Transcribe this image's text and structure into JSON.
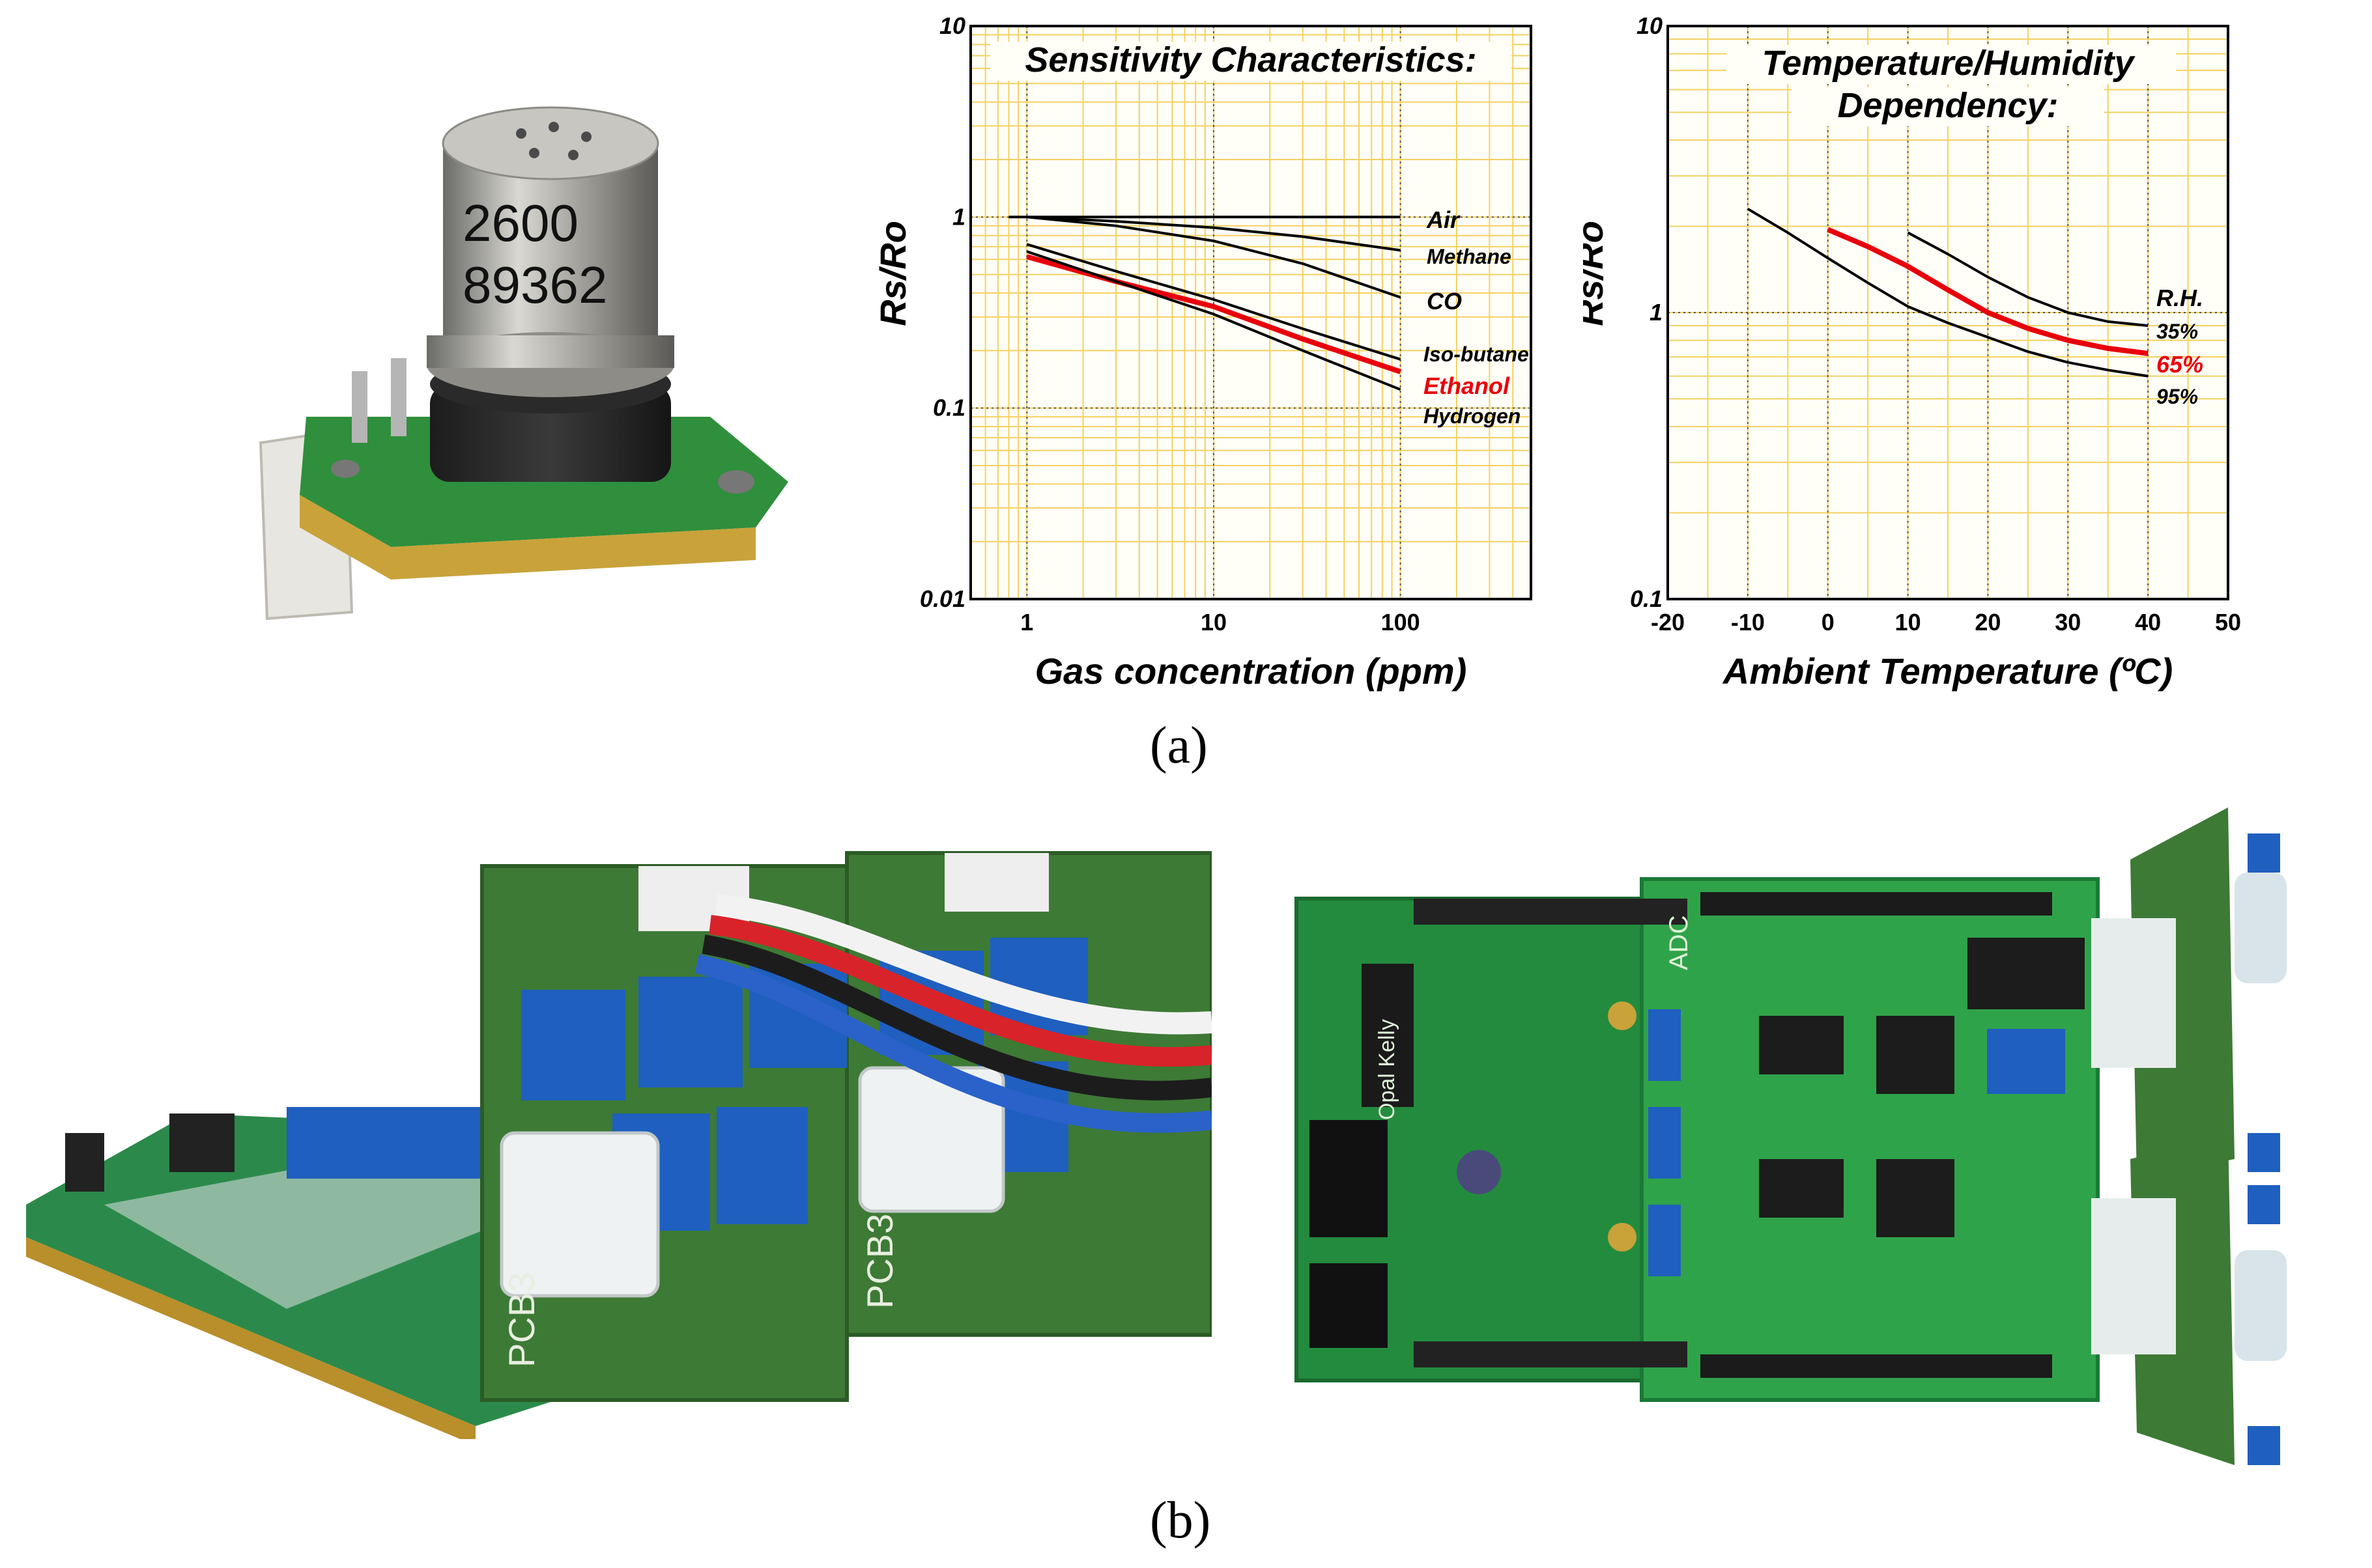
{
  "panel_labels": {
    "a": "(a)",
    "b": "(b)"
  },
  "sensor": {
    "cap_line1": "2600",
    "cap_line2": "89362"
  },
  "pcb": {
    "label_left_1": "PCB3",
    "label_left_2": "PCB3",
    "adc_label": "ADC",
    "brand": "Opal Kelly"
  },
  "chart_data": [
    {
      "type": "line",
      "title": "Sensitivity Characteristics:",
      "xlabel": "Gas concentration (ppm)",
      "ylabel": "Rs/Ro",
      "x_scale": "log",
      "y_scale": "log",
      "xlim": [
        0.5,
        500
      ],
      "ylim": [
        0.01,
        10
      ],
      "x_ticks": [
        "1",
        "10",
        "100"
      ],
      "y_ticks": [
        "0.01",
        "0.1",
        "1",
        "10"
      ],
      "grid": true,
      "series": [
        {
          "name": "Air",
          "color": "#000000",
          "x": [
            0.8,
            1,
            10,
            100
          ],
          "y": [
            1.0,
            1.0,
            1.0,
            1.0
          ]
        },
        {
          "name": "Methane",
          "color": "#000000",
          "x": [
            1,
            3,
            10,
            30,
            100
          ],
          "y": [
            1.0,
            0.95,
            0.88,
            0.79,
            0.67
          ]
        },
        {
          "name": "CO",
          "color": "#000000",
          "x": [
            1,
            3,
            10,
            30,
            100
          ],
          "y": [
            1.0,
            0.9,
            0.75,
            0.57,
            0.38
          ]
        },
        {
          "name": "Iso-butane",
          "color": "#000000",
          "x": [
            1,
            3,
            10,
            30,
            100
          ],
          "y": [
            0.72,
            0.52,
            0.37,
            0.26,
            0.18
          ]
        },
        {
          "name": "Ethanol",
          "color": "#e8000b",
          "x": [
            1,
            3,
            10,
            30,
            100
          ],
          "y": [
            0.62,
            0.46,
            0.34,
            0.23,
            0.155
          ]
        },
        {
          "name": "Hydrogen",
          "color": "#000000",
          "x": [
            1,
            3,
            10,
            30,
            100
          ],
          "y": [
            0.66,
            0.46,
            0.31,
            0.2,
            0.125
          ]
        }
      ]
    },
    {
      "type": "line",
      "title": "Temperature/Humidity Dependency:",
      "xlabel": "Ambient Temperature (ºC)",
      "ylabel": "Rs/Ro",
      "x_scale": "linear",
      "y_scale": "log",
      "xlim": [
        -20,
        50
      ],
      "ylim": [
        0.1,
        10
      ],
      "x_ticks": [
        "-20",
        "-10",
        "0",
        "10",
        "20",
        "30",
        "40",
        "50"
      ],
      "y_ticks": [
        "0.1",
        "1",
        "10"
      ],
      "grid": true,
      "legend_title": "R.H.",
      "series": [
        {
          "name": "35%",
          "color": "#000000",
          "x": [
            10,
            15,
            20,
            25,
            30,
            35,
            40
          ],
          "y": [
            1.9,
            1.6,
            1.33,
            1.13,
            1.0,
            0.93,
            0.9
          ]
        },
        {
          "name": "65%",
          "color": "#e8000b",
          "x": [
            0,
            5,
            10,
            15,
            20,
            25,
            30,
            35,
            40
          ],
          "y": [
            1.95,
            1.7,
            1.45,
            1.2,
            1.0,
            0.88,
            0.8,
            0.75,
            0.72
          ]
        },
        {
          "name": "95%",
          "color": "#000000",
          "x": [
            -10,
            -5,
            0,
            5,
            10,
            15,
            20,
            25,
            30,
            35,
            40
          ],
          "y": [
            2.3,
            1.9,
            1.55,
            1.27,
            1.05,
            0.92,
            0.82,
            0.73,
            0.67,
            0.63,
            0.6
          ]
        }
      ]
    }
  ]
}
